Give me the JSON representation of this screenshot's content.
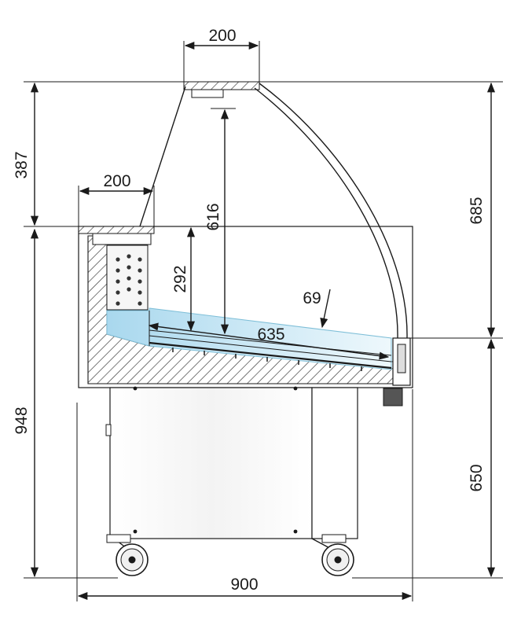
{
  "dimensions": {
    "top_width": "200",
    "shelf_width": "200",
    "upper_height": "387",
    "inner_height": "616",
    "right_upper_height": "685",
    "tray_height": "292",
    "glass_offset": "69",
    "tray_length": "635",
    "left_total_height": "948",
    "right_lower_height": "650",
    "total_width": "900"
  },
  "colors": {
    "line": "#1a1a1a",
    "hatch": "#333333",
    "tray_fill": "#bfe2f1",
    "tray_edge": "#7fbfd8",
    "panel": "#ffffff"
  },
  "icons": {
    "arrow": "arrowhead",
    "wheel": "caster-wheel"
  }
}
